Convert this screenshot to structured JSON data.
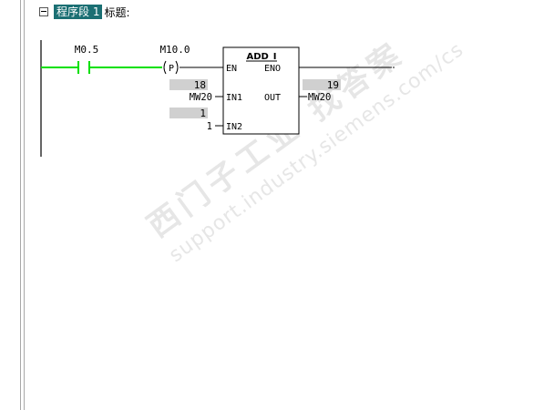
{
  "network": {
    "label": "程序段 1",
    "title_label": "标题:"
  },
  "ladder": {
    "contact": {
      "address": "M0.5"
    },
    "pos_edge": {
      "address": "M10.0",
      "symbol": "P"
    },
    "block": {
      "name": "ADD_I",
      "en": "EN",
      "eno": "ENO",
      "in1": "IN1",
      "in2": "IN2",
      "out": "OUT",
      "in1_value": "18",
      "in1_operand": "MW20",
      "in2_value": "1",
      "in2_operand": "1",
      "out_value": "19",
      "out_operand": "MW20"
    }
  },
  "watermark": {
    "line1": "西门子工业   找答案",
    "line2": "support.industry.siemens.com/cs"
  },
  "colors": {
    "power_flow": "#00e000",
    "network_label_bg": "#1b6f73",
    "value_box_bg": "#d0d0d0"
  }
}
